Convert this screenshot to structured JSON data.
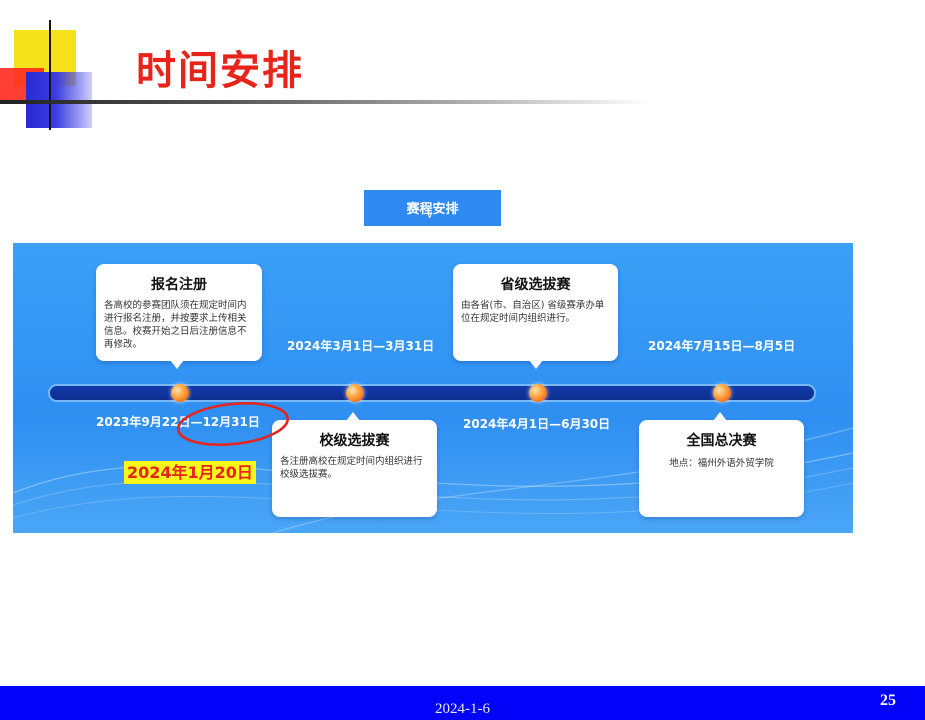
{
  "slide": {
    "title": "时间安排",
    "footer_date": "2024-1-6",
    "page_number": "25"
  },
  "banner": {
    "tag": "赛程安排",
    "stages": [
      {
        "title": "报名注册",
        "text": "各高校的参赛团队须在规定时间内进行报名注册，并按要求上传相关信息。校赛开始之日后注册信息不再修改。",
        "date": "2023年9月22日—12月31日"
      },
      {
        "title": "校级选拔赛",
        "text": "各注册高校在规定时间内组织进行校级选拔赛。",
        "date": "2024年3月1日—3月31日"
      },
      {
        "title": "省级选拔赛",
        "text": "由各省(市、自治区) 省级赛承办单位在规定时间内组织进行。",
        "date": "2024年4月1日—6月30日"
      },
      {
        "title": "全国总决赛",
        "text": "地点：福州外语外贸学院",
        "date": "2024年7月15日—8月5日"
      }
    ]
  },
  "annotation": {
    "new_date": "2024年1月20日"
  },
  "colors": {
    "title_red": "#e8231a",
    "panel_blue": "#2f8ff2",
    "footer_blue": "#0202f8",
    "highlight_yellow": "#f8f61b"
  }
}
